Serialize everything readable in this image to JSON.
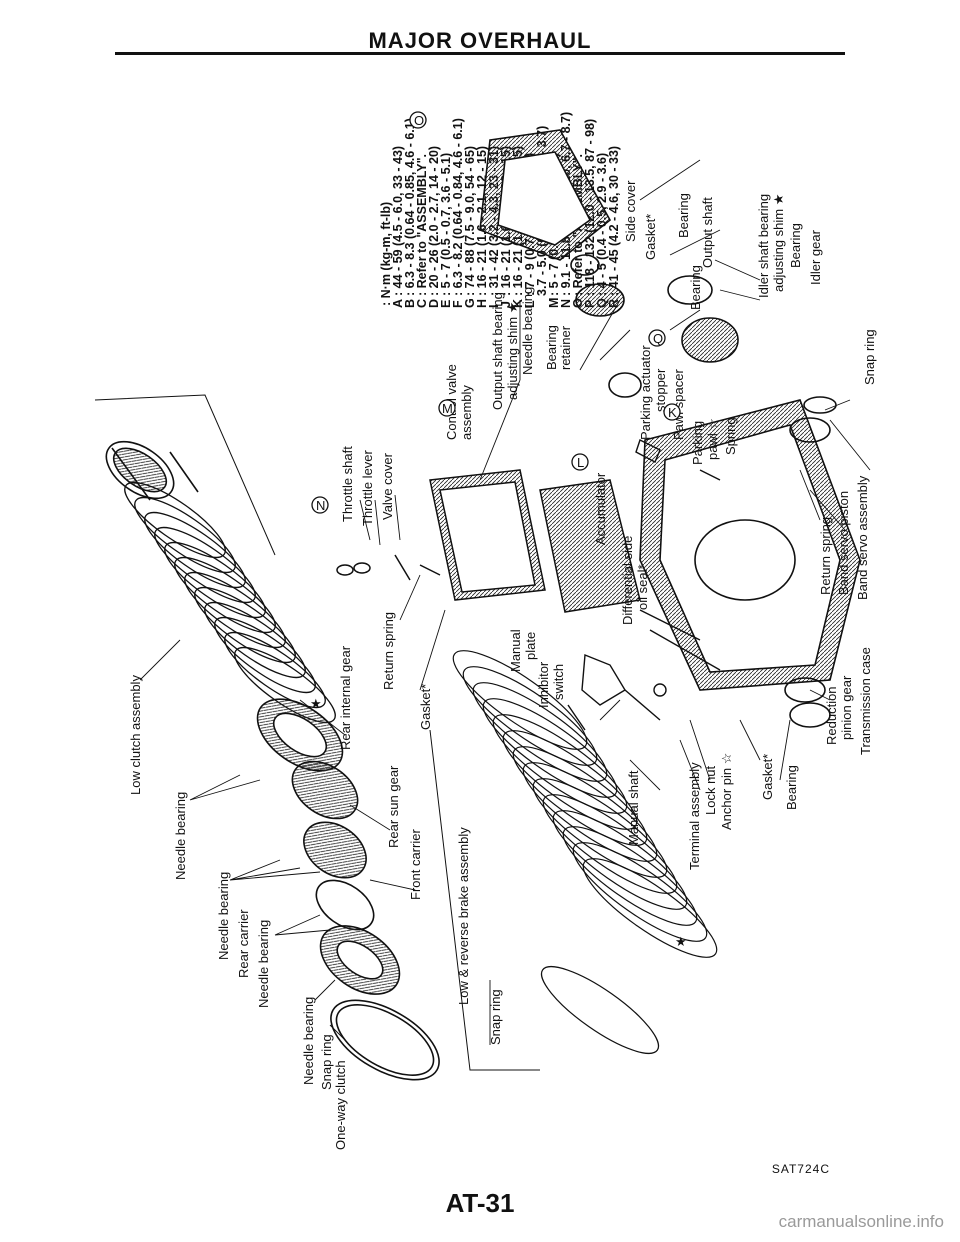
{
  "header": {
    "title": "MAJOR OVERHAUL"
  },
  "torque_table": {
    "unit": ": N·m (kg-m, ft-lb)",
    "rows": [
      {
        "key": "A",
        "value": ": 44 - 59 (4.5 - 6.0, 33 - 43)"
      },
      {
        "key": "B",
        "value": ": 6.3 - 8.3 (0.64 - 0.85, 4.6 - 6.1)"
      },
      {
        "key": "C",
        "value": ": Refer to \"ASSEMBLY\"."
      },
      {
        "key": "D",
        "value": ": 20 - 26 (2.0 - 2.7, 14 - 20)"
      },
      {
        "key": "E",
        "value": ": 5 - 7 (0.5 - 0.7, 3.6 - 5.1)"
      },
      {
        "key": "F",
        "value": ": 6.3 - 8.2 (0.64 - 0.84, 4.6 - 6.1)"
      },
      {
        "key": "G",
        "value": ": 74 - 88 (7.5 - 9.0, 54 - 65)"
      },
      {
        "key": "H",
        "value": ": 16 - 21 (1.6 - 2.1, 12 - 15)"
      },
      {
        "key": "I",
        "value": ": 31 - 42 (3.2 - 4.3, 23 - 31)"
      },
      {
        "key": "J",
        "value": ": 16 - 21 (1.6 - 2.1, 12 - 15)"
      },
      {
        "key": "K",
        "value": ": 16 - 21 (1.6 - 2.1, 12 - 15)"
      },
      {
        "key": "L",
        "value": ": 7 - 9 (0.7 - 0.9, 5.1 - 6.5)"
      },
      {
        "key": "",
        "value": "3.7 - 5.0 (0.38 - 0.51, 2.7 - 3.7)"
      },
      {
        "key": "M",
        "value": ": 5 - 7 (0.5 - 0.7, 3.6 - 5.1)"
      },
      {
        "key": "N",
        "value": ": 9.1 - 11.8 (0.93 - 1.20, 6.7 - 8.7)"
      },
      {
        "key": "O",
        "value": ": Refer to \"ASSEMBLY\"."
      },
      {
        "key": "P",
        "value": ": 118 - 132 (12.0 - 13.5, 87 - 98)"
      },
      {
        "key": "Q",
        "value": ": 4 - 5 (0.4 - 0.5, 2.9 - 3.6)"
      },
      {
        "key": "R",
        "value": ": 41 - 45 (4.2 - 4.6, 30 - 33)"
      }
    ]
  },
  "labels": {
    "low_clutch_assembly": "Low clutch assembly",
    "needle_bearing": "Needle bearing",
    "rear_carrier": "Rear carrier",
    "snap_ring": "Snap ring",
    "one_way_clutch": "One-way clutch",
    "rear_internal_gear": "Rear internal gear",
    "rear_sun_gear": "Rear sun gear",
    "front_carrier": "Front carrier",
    "low_reverse_brake": "Low & reverse brake assembly",
    "throttle_shaft": "Throttle shaft",
    "throttle_lever": "Throttle lever",
    "valve_cover": "Valve cover",
    "return_spring": "Return spring",
    "gasket": "Gasket*",
    "control_valve_1": "Control valve",
    "control_valve_2": "assembly",
    "output_shim_1": "Output shaft bearing",
    "output_shim_2": "adjusting shim ★",
    "bearing_retainer_1": "Bearing",
    "bearing_retainer_2": "retainer",
    "accumulator": "Accumulator",
    "manual_plate_1": "Manual",
    "manual_plate_2": "plate",
    "inhibitor_1": "Inhibitor",
    "inhibitor_2": "switch",
    "manual_shaft": "Manual shaft",
    "diff_seal_1": "Differential side",
    "diff_seal_2": "oil seal*",
    "terminal_assembly": "Terminal assembly",
    "lock_nut": "Lock nut",
    "anchor_pin": "Anchor pin ☆",
    "bearing": "Bearing",
    "side_cover": "Side cover",
    "output_shaft": "Output shaft",
    "idler_shim_1": "Idler shaft bearing",
    "idler_shim_2": "adjusting shim ★",
    "idler_gear": "Idler gear",
    "parking_stopper_1": "Parking actuator",
    "parking_stopper_2": "stopper",
    "pawl_spacer": "Pawl spacer",
    "parking_pawl_1": "Parking",
    "parking_pawl_2": "pawl ☆",
    "spring": "Spring",
    "return_spring_servo": "Return spring",
    "band_servo_piston": "Band servo piston",
    "band_servo_assembly": "Band servo assembly",
    "reduction_1": "Reduction",
    "reduction_2": "pinion gear",
    "transmission_case": "Transmission case",
    "star": "★"
  },
  "callouts": [
    "K",
    "L",
    "M",
    "N",
    "O",
    "Q"
  ],
  "footer": {
    "code": "SAT724C",
    "page": "AT-31"
  },
  "watermark": "carmanualsonline.info"
}
